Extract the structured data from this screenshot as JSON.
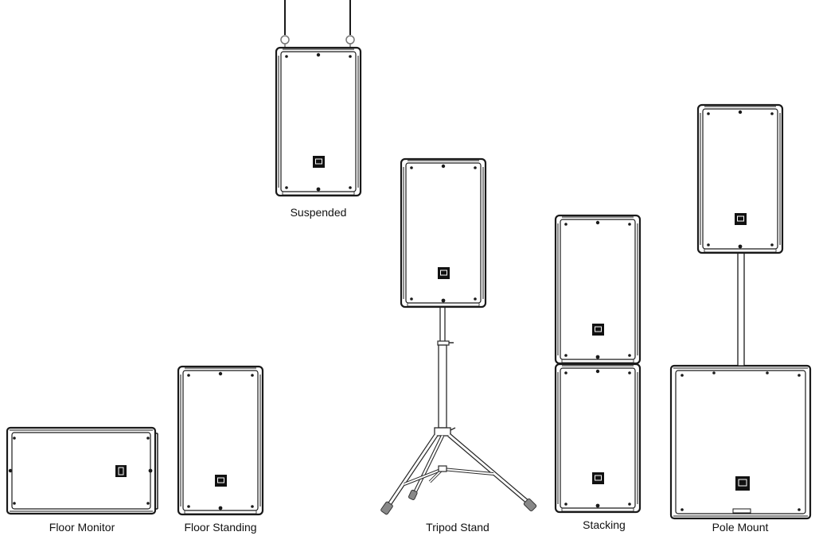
{
  "labels": {
    "suspended": "Suspended",
    "floor_monitor": "Floor Monitor",
    "floor_standing": "Floor Standing",
    "tripod_stand": "Tripod Stand",
    "stacking": "Stacking",
    "pole_mount": "Pole Mount"
  },
  "colors": {
    "line": "#1a1a1a",
    "logo": "#111111",
    "background": "#ffffff",
    "stand": "#2a2a2a"
  }
}
